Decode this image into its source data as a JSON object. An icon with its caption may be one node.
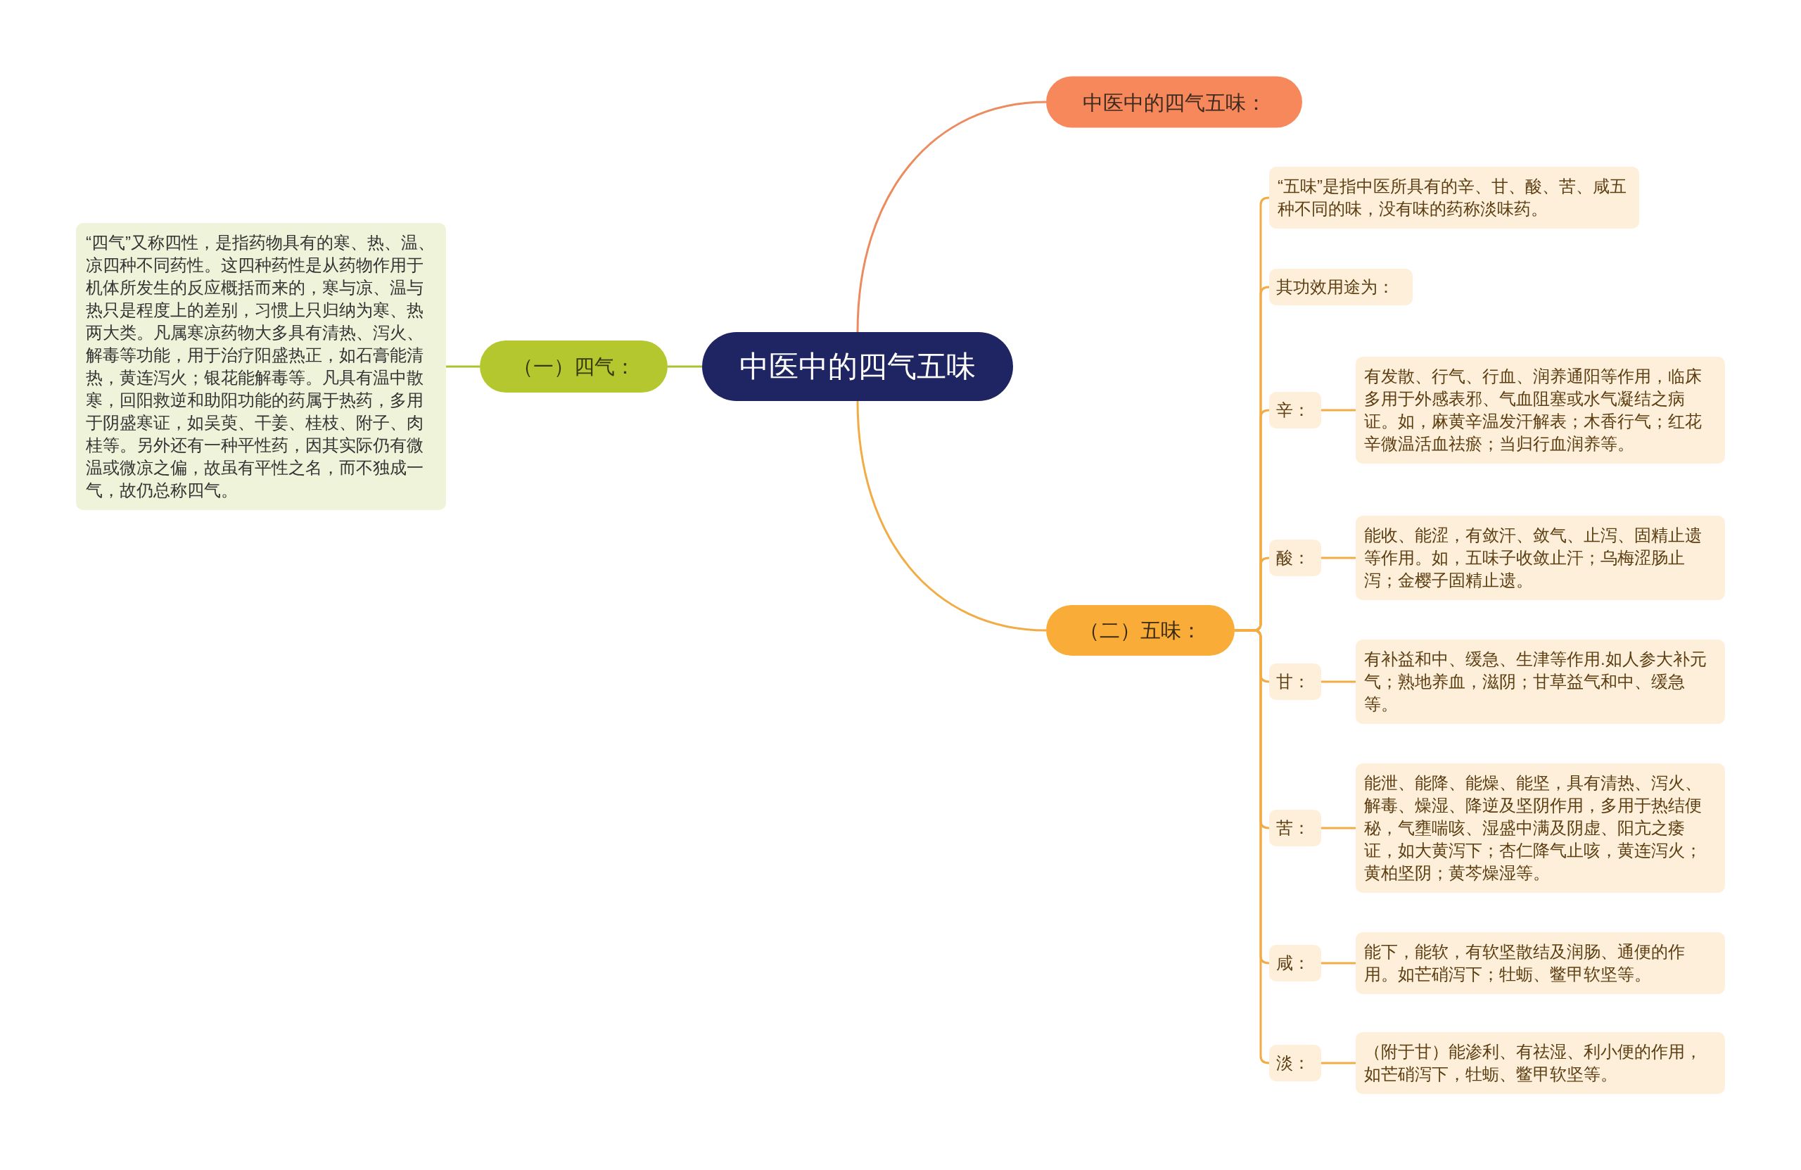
{
  "diagram": {
    "nodes": [
      {
        "text": [
          "中医中的四气五味"
        ]
      },
      {
        "text": [
          "中医中的四气五味："
        ]
      },
      {
        "text": [
          "（一）四气："
        ]
      },
      {
        "text": [
          "“四气”又称四性，是指药物具有的寒、热、温、凉四种不同药性。这四种药性是从药物作用于机体所发生的反应概括而来的，寒与凉、温与热只是程度上的差别，习惯上只归纳为寒、热两大类。凡属寒凉药物大多具有清热、泻火、解毒等功能，用于治疗阳盛热正，如石膏能清热，黄连泻火；银花能解毒等。凡具有温中散寒，回阳救逆和助阳功能的药属于热药，多用于阴盛寒证，如吴萸、干姜、桂枝、附子、肉桂等。另外还有一种平性药，因其实际仍有微温或微凉之偏，故虽有平性之名，而不独成一气，故仍总称四气。"
        ]
      },
      {
        "text": [
          "（二）五味："
        ]
      },
      {
        "text": [
          "“五味”是指中医所具有的辛、甘、酸、苦、咸五种不同的味，没有味的药称淡味药。"
        ]
      },
      {
        "text": [
          "其功效用途为："
        ]
      },
      {
        "text": [
          "辛："
        ]
      },
      {
        "text": [
          "有发散、行气、行血、润养通阳等作用，临床多用于外感表邪、气血阻塞或水气凝结之病证。如，麻黄辛温发汗解表；木香行气；红花辛微温活血祛瘀；当归行血润养等。"
        ]
      },
      {
        "text": [
          "酸："
        ]
      },
      {
        "text": [
          "能收、能涩，有敛汗、敛气、止泻、固精止遗等作用。如，五味子收敛止汗；乌梅涩肠止泻；金樱子固精止遗。"
        ]
      },
      {
        "text": [
          "甘："
        ]
      },
      {
        "text": [
          "有补益和中、缓急、生津等作用.如人参大补元气；熟地养血，滋阴；甘草益气和中、缓急等。"
        ]
      },
      {
        "text": [
          "苦："
        ]
      },
      {
        "text": [
          "能泄、能降、能燥、能坚，具有清热、泻火、解毒、燥湿、降逆及坚阴作用，多用于热结便秘，气壅喘咳、湿盛中满及阴虚、阳亢之痿证，如大黄泻下；杏仁降气止咳，黄连泻火；黄柏坚阴；黄芩燥湿等。"
        ]
      },
      {
        "text": [
          "咸："
        ]
      },
      {
        "text": [
          "能下，能软，有软坚散结及润肠、通便的作用。如芒硝泻下；牡蛎、鳖甲软坚等。"
        ]
      },
      {
        "text": [
          "淡："
        ]
      },
      {
        "text": [
          "（附于甘）能渗利、有祛湿、利小便的作用，如芒硝泻下，牡蛎、鳖甲软坚等。"
        ]
      }
    ],
    "edges": [
      {
        "from": 0,
        "to": 1,
        "arrow": "none",
        "color": "#ec8b5e"
      },
      {
        "from": 0,
        "to": 2,
        "arrow": "none",
        "color": "#a9c42f"
      },
      {
        "from": 2,
        "to": 3,
        "arrow": "none",
        "color": "#a9c42f"
      },
      {
        "from": 0,
        "to": 4,
        "arrow": "none"
      },
      {
        "from": 4,
        "to": 5,
        "arrow": "none"
      },
      {
        "from": 4,
        "to": 6,
        "arrow": "none"
      },
      {
        "from": 4,
        "to": 7,
        "arrow": "none"
      },
      {
        "from": 7,
        "to": 8,
        "arrow": "none"
      },
      {
        "from": 4,
        "to": 9,
        "arrow": "none"
      },
      {
        "from": 9,
        "to": 10,
        "arrow": "none"
      },
      {
        "from": 4,
        "to": 11,
        "arrow": "none"
      },
      {
        "from": 11,
        "to": 12,
        "arrow": "none"
      },
      {
        "from": 4,
        "to": 13,
        "arrow": "none"
      },
      {
        "from": 13,
        "to": 14,
        "arrow": "none"
      },
      {
        "from": 4,
        "to": 15,
        "arrow": "none"
      },
      {
        "from": 15,
        "to": 16,
        "arrow": "none"
      },
      {
        "from": 4,
        "to": 17,
        "arrow": "none"
      },
      {
        "from": 17,
        "to": 18,
        "arrow": "none"
      }
    ]
  }
}
